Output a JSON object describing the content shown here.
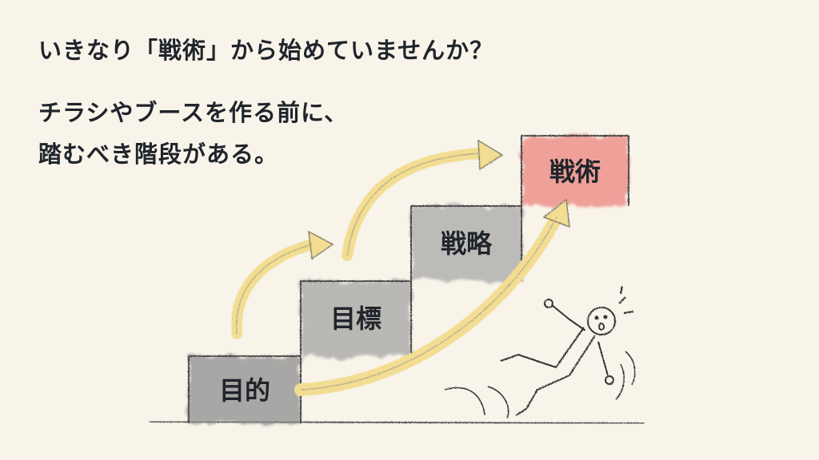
{
  "headline": "いきなり「戦術」から始めていませんか？",
  "subline": {
    "line1": "チラシやブースを作る前に、",
    "line2": "踏むべき階段がある。"
  },
  "steps": {
    "step1": "目的",
    "step2": "目標",
    "step3": "戦略",
    "step4": "戦術"
  },
  "colors": {
    "background": "#f8f4ea",
    "step_fill": "#9a9a9a",
    "tactics_fill": "#ec8c86",
    "arrow_fill": "#f4df96"
  }
}
